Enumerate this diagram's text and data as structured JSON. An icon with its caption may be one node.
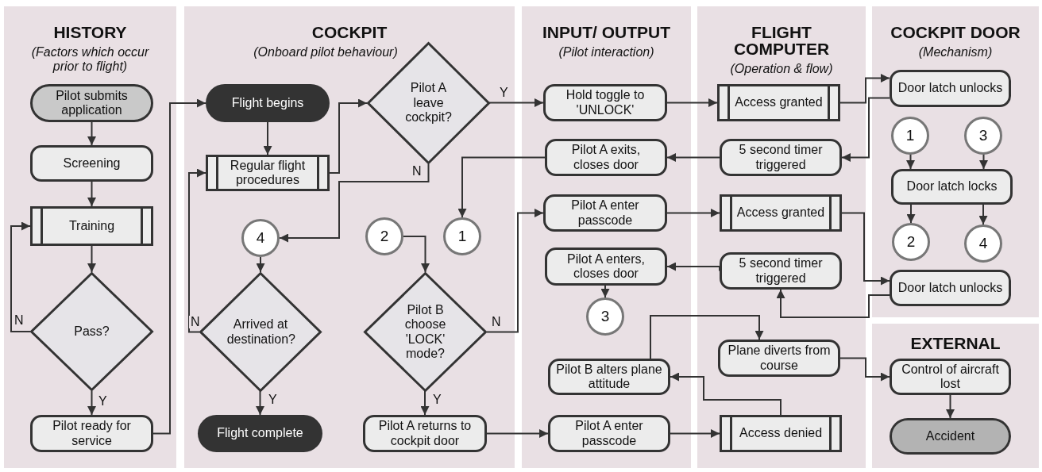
{
  "diagram": {
    "nodes": [
      {
        "text": [
          "HISTORY",
          "(Factors which occur prior to flight)"
        ]
      },
      {
        "text": [
          "Pilot submits application"
        ],
        "in": 0
      },
      {
        "text": [
          "Screening"
        ],
        "in": 0
      },
      {
        "text": [
          "Training"
        ],
        "in": 0
      },
      {
        "text": [
          "Pass?"
        ],
        "in": 0
      },
      {
        "text": [
          "Pilot ready for service"
        ],
        "in": 0
      },
      {
        "text": [
          "COCKPIT",
          "(Onboard pilot behaviour)"
        ]
      },
      {
        "text": [
          "Flight begins"
        ],
        "in": 6
      },
      {
        "text": [
          "Regular flight procedures"
        ],
        "in": 6
      },
      {
        "text": [
          "Pilot A leave cockpit?"
        ],
        "in": 6
      },
      {
        "text": [
          "4"
        ],
        "in": 6
      },
      {
        "text": [
          "Arrived at destination?"
        ],
        "in": 6
      },
      {
        "text": [
          "Flight complete"
        ],
        "in": 6
      },
      {
        "text": [
          "2"
        ],
        "in": 6
      },
      {
        "text": [
          "1"
        ],
        "in": 6
      },
      {
        "text": [
          "Pilot B choose 'LOCK' mode?"
        ],
        "in": 6
      },
      {
        "text": [
          "Pilot A returns to cockpit door"
        ],
        "in": 6
      },
      {
        "text": [
          "INPUT/ OUTPUT",
          "(Pilot interaction)"
        ]
      },
      {
        "text": [
          "Hold toggle to 'UNLOCK'"
        ],
        "in": 17
      },
      {
        "text": [
          "Pilot A exits, closes door"
        ],
        "in": 17
      },
      {
        "text": [
          "Pilot A enter passcode"
        ],
        "in": 17
      },
      {
        "text": [
          "Pilot A enters, closes door"
        ],
        "in": 17
      },
      {
        "text": [
          "3"
        ],
        "in": 17
      },
      {
        "text": [
          "Pilot B alters plane attitude"
        ],
        "in": 17
      },
      {
        "text": [
          "Pilot A enter passcode"
        ],
        "in": 17
      },
      {
        "text": [
          "FLIGHT COMPUTER",
          "(Operation & flow)"
        ]
      },
      {
        "text": [
          "Access granted"
        ],
        "in": 25
      },
      {
        "text": [
          "5 second timer triggered"
        ],
        "in": 25
      },
      {
        "text": [
          "Access granted"
        ],
        "in": 25
      },
      {
        "text": [
          "5 second timer triggered"
        ],
        "in": 25
      },
      {
        "text": [
          "Plane diverts from course"
        ],
        "in": 25
      },
      {
        "text": [
          "Access denied"
        ],
        "in": 25
      },
      {
        "text": [
          "COCKPIT DOOR",
          "(Mechanism)"
        ]
      },
      {
        "text": [
          "Door latch unlocks"
        ],
        "in": 32
      },
      {
        "text": [
          "1"
        ],
        "in": 32
      },
      {
        "text": [
          "3"
        ],
        "in": 32
      },
      {
        "text": [
          "Door latch locks"
        ],
        "in": 32
      },
      {
        "text": [
          "2"
        ],
        "in": 32
      },
      {
        "text": [
          "4"
        ],
        "in": 32
      },
      {
        "text": [
          "Door latch unlocks"
        ],
        "in": 32
      },
      {
        "text": [
          "EXTERNAL"
        ]
      },
      {
        "text": [
          "Control of aircraft lost"
        ],
        "in": 40
      },
      {
        "text": [
          "Accident"
        ],
        "in": 40
      }
    ],
    "edges": [
      {
        "from": 1,
        "to": 2,
        "arrow": "to"
      },
      {
        "from": 2,
        "to": 3,
        "arrow": "to"
      },
      {
        "from": 3,
        "to": 4,
        "arrow": "to"
      },
      {
        "from": 4,
        "to": 3,
        "arrow": "to",
        "label": "N"
      },
      {
        "from": 4,
        "to": 5,
        "arrow": "to",
        "label": "Y"
      },
      {
        "from": 5,
        "to": 7,
        "arrow": "to"
      },
      {
        "from": 7,
        "to": 8,
        "arrow": "to"
      },
      {
        "from": 8,
        "to": 9,
        "arrow": "to"
      },
      {
        "from": 9,
        "to": 18,
        "arrow": "to",
        "label": "Y"
      },
      {
        "from": 9,
        "to": 10,
        "arrow": "to",
        "label": "N"
      },
      {
        "from": 10,
        "to": 11,
        "arrow": "to"
      },
      {
        "from": 11,
        "to": 8,
        "arrow": "to",
        "label": "N"
      },
      {
        "from": 11,
        "to": 12,
        "arrow": "to",
        "label": "Y"
      },
      {
        "from": 13,
        "to": 15,
        "arrow": "to"
      },
      {
        "from": 15,
        "to": 16,
        "arrow": "to",
        "label": "Y"
      },
      {
        "from": 15,
        "to": 20,
        "arrow": "to",
        "label": "N"
      },
      {
        "from": 16,
        "to": 24,
        "arrow": "to"
      },
      {
        "from": 18,
        "to": 26,
        "arrow": "to"
      },
      {
        "from": 26,
        "to": 33,
        "arrow": "to"
      },
      {
        "from": 33,
        "to": 27,
        "arrow": "to"
      },
      {
        "from": 27,
        "to": 19,
        "arrow": "to"
      },
      {
        "from": 19,
        "to": 14,
        "arrow": "to"
      },
      {
        "from": 20,
        "to": 28,
        "arrow": "to"
      },
      {
        "from": 28,
        "to": 39,
        "arrow": "to"
      },
      {
        "from": 39,
        "to": 29,
        "arrow": "to"
      },
      {
        "from": 29,
        "to": 21,
        "arrow": "to"
      },
      {
        "from": 21,
        "to": 22,
        "arrow": "to"
      },
      {
        "from": 24,
        "to": 31,
        "arrow": "to"
      },
      {
        "from": 31,
        "to": 23,
        "arrow": "to"
      },
      {
        "from": 23,
        "to": 30,
        "arrow": "to"
      },
      {
        "from": 30,
        "to": 41,
        "arrow": "to"
      },
      {
        "from": 41,
        "to": 42,
        "arrow": "to"
      },
      {
        "from": 34,
        "to": 36,
        "arrow": "to"
      },
      {
        "from": 35,
        "to": 36,
        "arrow": "to"
      },
      {
        "from": 36,
        "to": 37,
        "arrow": "to"
      },
      {
        "from": 36,
        "to": 38,
        "arrow": "to"
      }
    ]
  }
}
